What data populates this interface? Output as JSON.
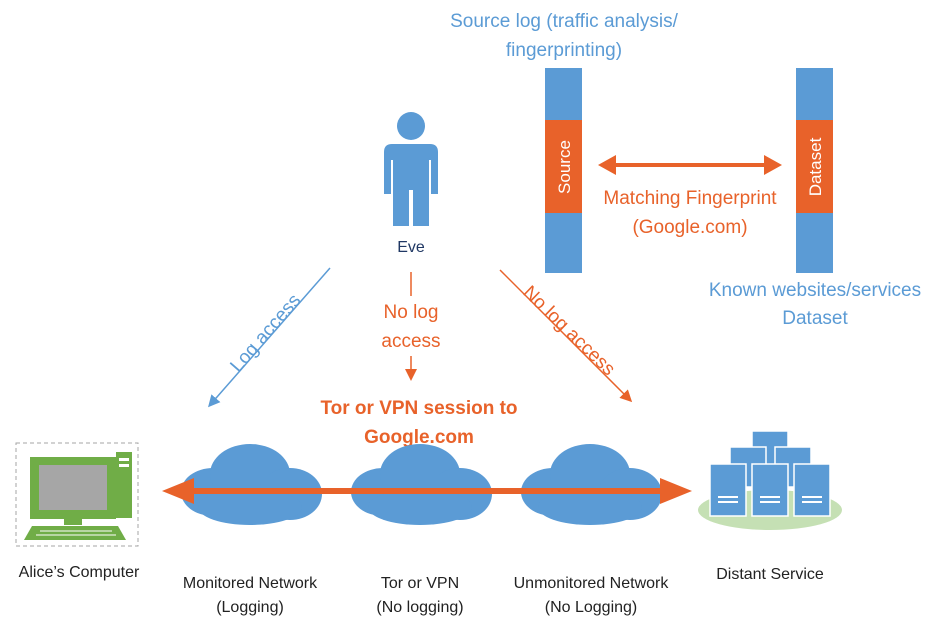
{
  "source_log": {
    "line1": "Source log (traffic analysis/",
    "line2": "fingerprinting)",
    "bar_label": "Source"
  },
  "dataset": {
    "bar_label": "Dataset",
    "line1": "Known websites/services",
    "line2": "Dataset"
  },
  "matching": {
    "line1": "Matching Fingerprint",
    "line2": "(Google.com)"
  },
  "eve": {
    "label": "Eve"
  },
  "log_access": "Log access",
  "no_log_access_mid": {
    "line1": "No log",
    "line2": "access"
  },
  "no_log_access_right": "No log access",
  "session": {
    "line1": "Tor or VPN session to",
    "line2": "Google.com"
  },
  "alice": {
    "label": "Alice’s Computer"
  },
  "distant": {
    "label": "Distant Service"
  },
  "networks": [
    {
      "line1": "Monitored Network",
      "line2": "(Logging)"
    },
    {
      "line1": "Tor or VPN",
      "line2": "(No logging)"
    },
    {
      "line1": "Unmonitored Network",
      "line2": "(No Logging)"
    }
  ],
  "colors": {
    "blue": "#5b9bd5",
    "orange": "#e8622a",
    "green": "#70ad47",
    "navy": "#203864"
  }
}
